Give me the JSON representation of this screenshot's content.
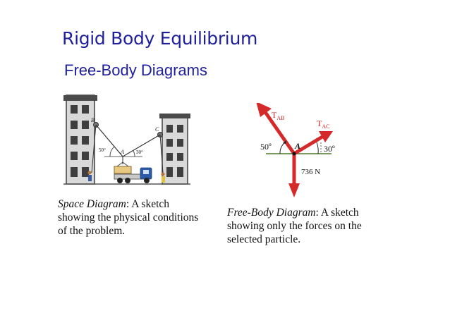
{
  "slide": {
    "title": "Rigid Body Equilibrium",
    "subtitle": "Free-Body Diagrams"
  },
  "space_diagram": {
    "point_b": "B",
    "point_c": "C",
    "point_a": "A",
    "angle_left": "50°",
    "angle_right": "30°",
    "caption_term": "Space Diagram",
    "caption_rest_1": ":  A sketch",
    "caption_line_2": "showing the physical conditions",
    "caption_line_3": "of the problem."
  },
  "free_body_diagram": {
    "force_ab_main": "T",
    "force_ab_sub": "AB",
    "force_ac_main": "T",
    "force_ac_sub": "AC",
    "point_a": "A",
    "angle_left": "50º",
    "angle_right": "30º",
    "weight": "736 N",
    "caption_term": "Free-Body Diagram",
    "caption_rest_1": ":  A sketch",
    "caption_line_2": "showing only the forces on the",
    "caption_line_3": "selected particle."
  },
  "colors": {
    "title": "#1f1f9c",
    "force_arrow": "#d42a2a",
    "ground_line": "#4f7a2a",
    "building": "#3f3f3f",
    "truck": "#2a5aa8"
  }
}
